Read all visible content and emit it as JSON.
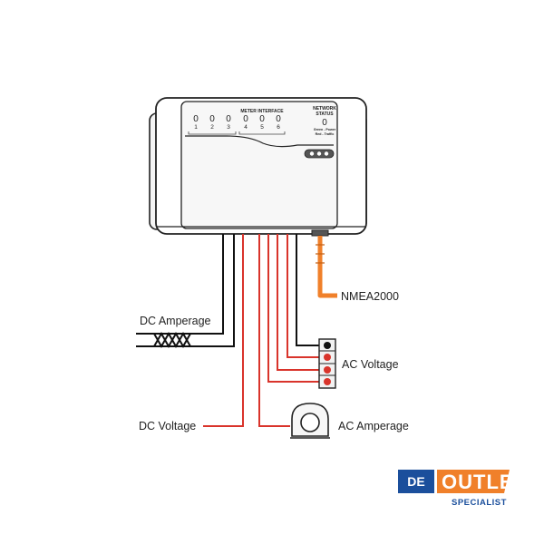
{
  "device": {
    "meter_interface_label": "METER INTERFACE",
    "network_status_line1": "NETWORK",
    "network_status_line2": "STATUS",
    "network_status_indicator": "0",
    "network_status_legend": "Green - Power",
    "network_status_legend2": "Red - Traffic",
    "port_numbers": [
      "1",
      "2",
      "3",
      "4",
      "5",
      "6"
    ],
    "led_glyphs": [
      "0",
      "0",
      "0",
      "0",
      "0",
      "0"
    ]
  },
  "labels": {
    "nmea": "NMEA2000",
    "dc_amperage": "DC Amperage",
    "ac_voltage": "AC Voltage",
    "dc_voltage": "DC Voltage",
    "ac_amperage": "AC Amperage"
  },
  "logo": {
    "de": "DE",
    "outlet": "OUTLET",
    "specialist": "SPECIALIST"
  },
  "colors": {
    "red_wire": "#d9342b",
    "black_wire": "#111111",
    "nmea_cable": "#f0802a",
    "logo_blue": "#1b4f9c",
    "logo_orange": "#f0802a"
  }
}
